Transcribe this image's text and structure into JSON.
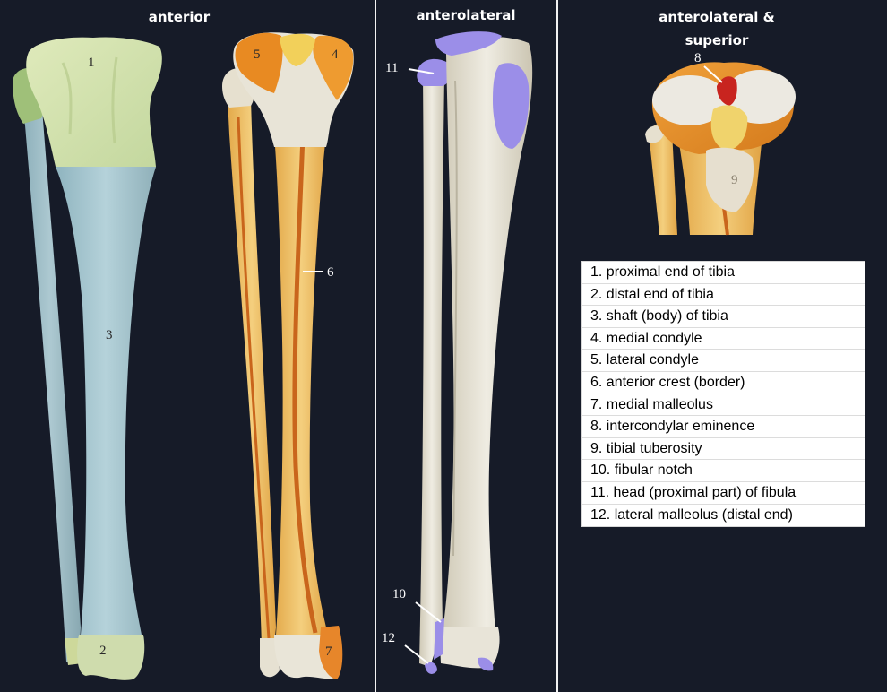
{
  "panels": {
    "anterior": "anterior",
    "anterolateral": "anterolateral",
    "superior_line1": "anterolateral &",
    "superior_line2": "superior"
  },
  "markers": {
    "n1": "1",
    "n2": "2",
    "n3": "3",
    "n4": "4",
    "n5": "5",
    "n6": "6",
    "n7": "7",
    "n8": "8",
    "n9": "9",
    "n10": "10",
    "n11": "11",
    "n12": "12"
  },
  "legend": [
    "1. proximal end of tibia",
    "2. distal end of tibia",
    "3. shaft (body) of tibia",
    "4. medial condyle",
    "5. lateral condyle",
    "6. anterior crest (border)",
    "7. medial malleolus",
    "8. intercondylar eminence",
    "9. tibial tuberosity",
    "10. fibular notch",
    "11. head (proximal part) of fibula",
    "12. lateral malleolus (distal end)"
  ],
  "colors": {
    "background": "#161b28",
    "proximal_green": "#d3e2b0",
    "shaft_blue": "#a9c9d2",
    "condyle_orange": "#e8922a",
    "crest_orange": "#d87a20",
    "bone_ivory": "#e7e3d6",
    "fibula_lilac": "#9b8ee8",
    "eminence_red": "#c8241f"
  }
}
